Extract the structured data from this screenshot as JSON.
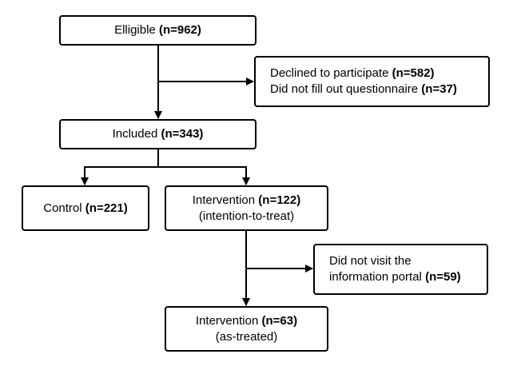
{
  "flowchart": {
    "eligible": {
      "label": "Elligible",
      "count": "(n=962)"
    },
    "excluded": {
      "line1_label": "Declined to participate",
      "line1_count": "(n=582)",
      "line2_label": "Did not fill out questionnaire",
      "line2_count": "(n=37)"
    },
    "included": {
      "label": "Included",
      "count": "(n=343)"
    },
    "control": {
      "label": "Control",
      "count": "(n=221)"
    },
    "intervention_itt": {
      "label": "Intervention",
      "count": "(n=122)",
      "note": "(intention-to-treat)"
    },
    "not_visited": {
      "line1": "Did not visit the",
      "line2_label": "information portal",
      "line2_count": "(n=59)"
    },
    "intervention_at": {
      "label": "Intervention",
      "count": "(n=63)",
      "note": "(as-treated)"
    }
  },
  "colors": {
    "stroke": "#000000",
    "box_fill": "#ffffff",
    "text": "#000000"
  }
}
